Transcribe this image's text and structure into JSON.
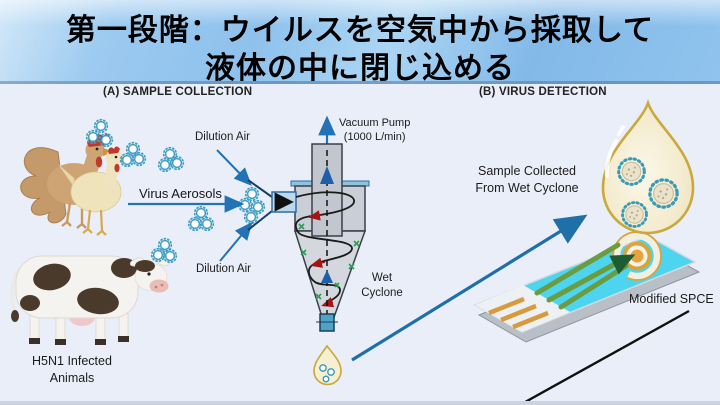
{
  "title": {
    "line1": "第一段階：ウイルスを空気中から採取して",
    "line2": "液体の中に閉じ込める"
  },
  "sections": {
    "a_label": "(A) SAMPLE COLLECTION",
    "b_label": "(B) VIRUS DETECTION"
  },
  "labels": {
    "dilution_air_top": "Dilution Air",
    "dilution_air_bottom": "Dilution Air",
    "virus_aerosols": "Virus Aerosols",
    "vacuum_pump_line1": "Vacuum Pump",
    "vacuum_pump_line2": "(1000 L/min)",
    "wet_cyclone_line1": "Wet",
    "wet_cyclone_line2": "Cyclone",
    "h5n1_line1": "H5N1 Infected",
    "h5n1_line2": "Animals",
    "sample_collected_line1": "Sample Collected",
    "sample_collected_line2": "From Wet Cyclone",
    "modified_spce": "Modified SPCE"
  },
  "colors": {
    "header_blue": "#8ec1ec",
    "background": "#e9eef8",
    "arrow_blue": "#2272b5",
    "virus_teal": "#3e9ec4",
    "droplet_gold": "#c9a93c",
    "spce_cyan": "#4dd5f0",
    "electrode_green": "#6b9c3f",
    "contact_orange": "#d89a3e",
    "cyclone_gray": "#caced6"
  }
}
